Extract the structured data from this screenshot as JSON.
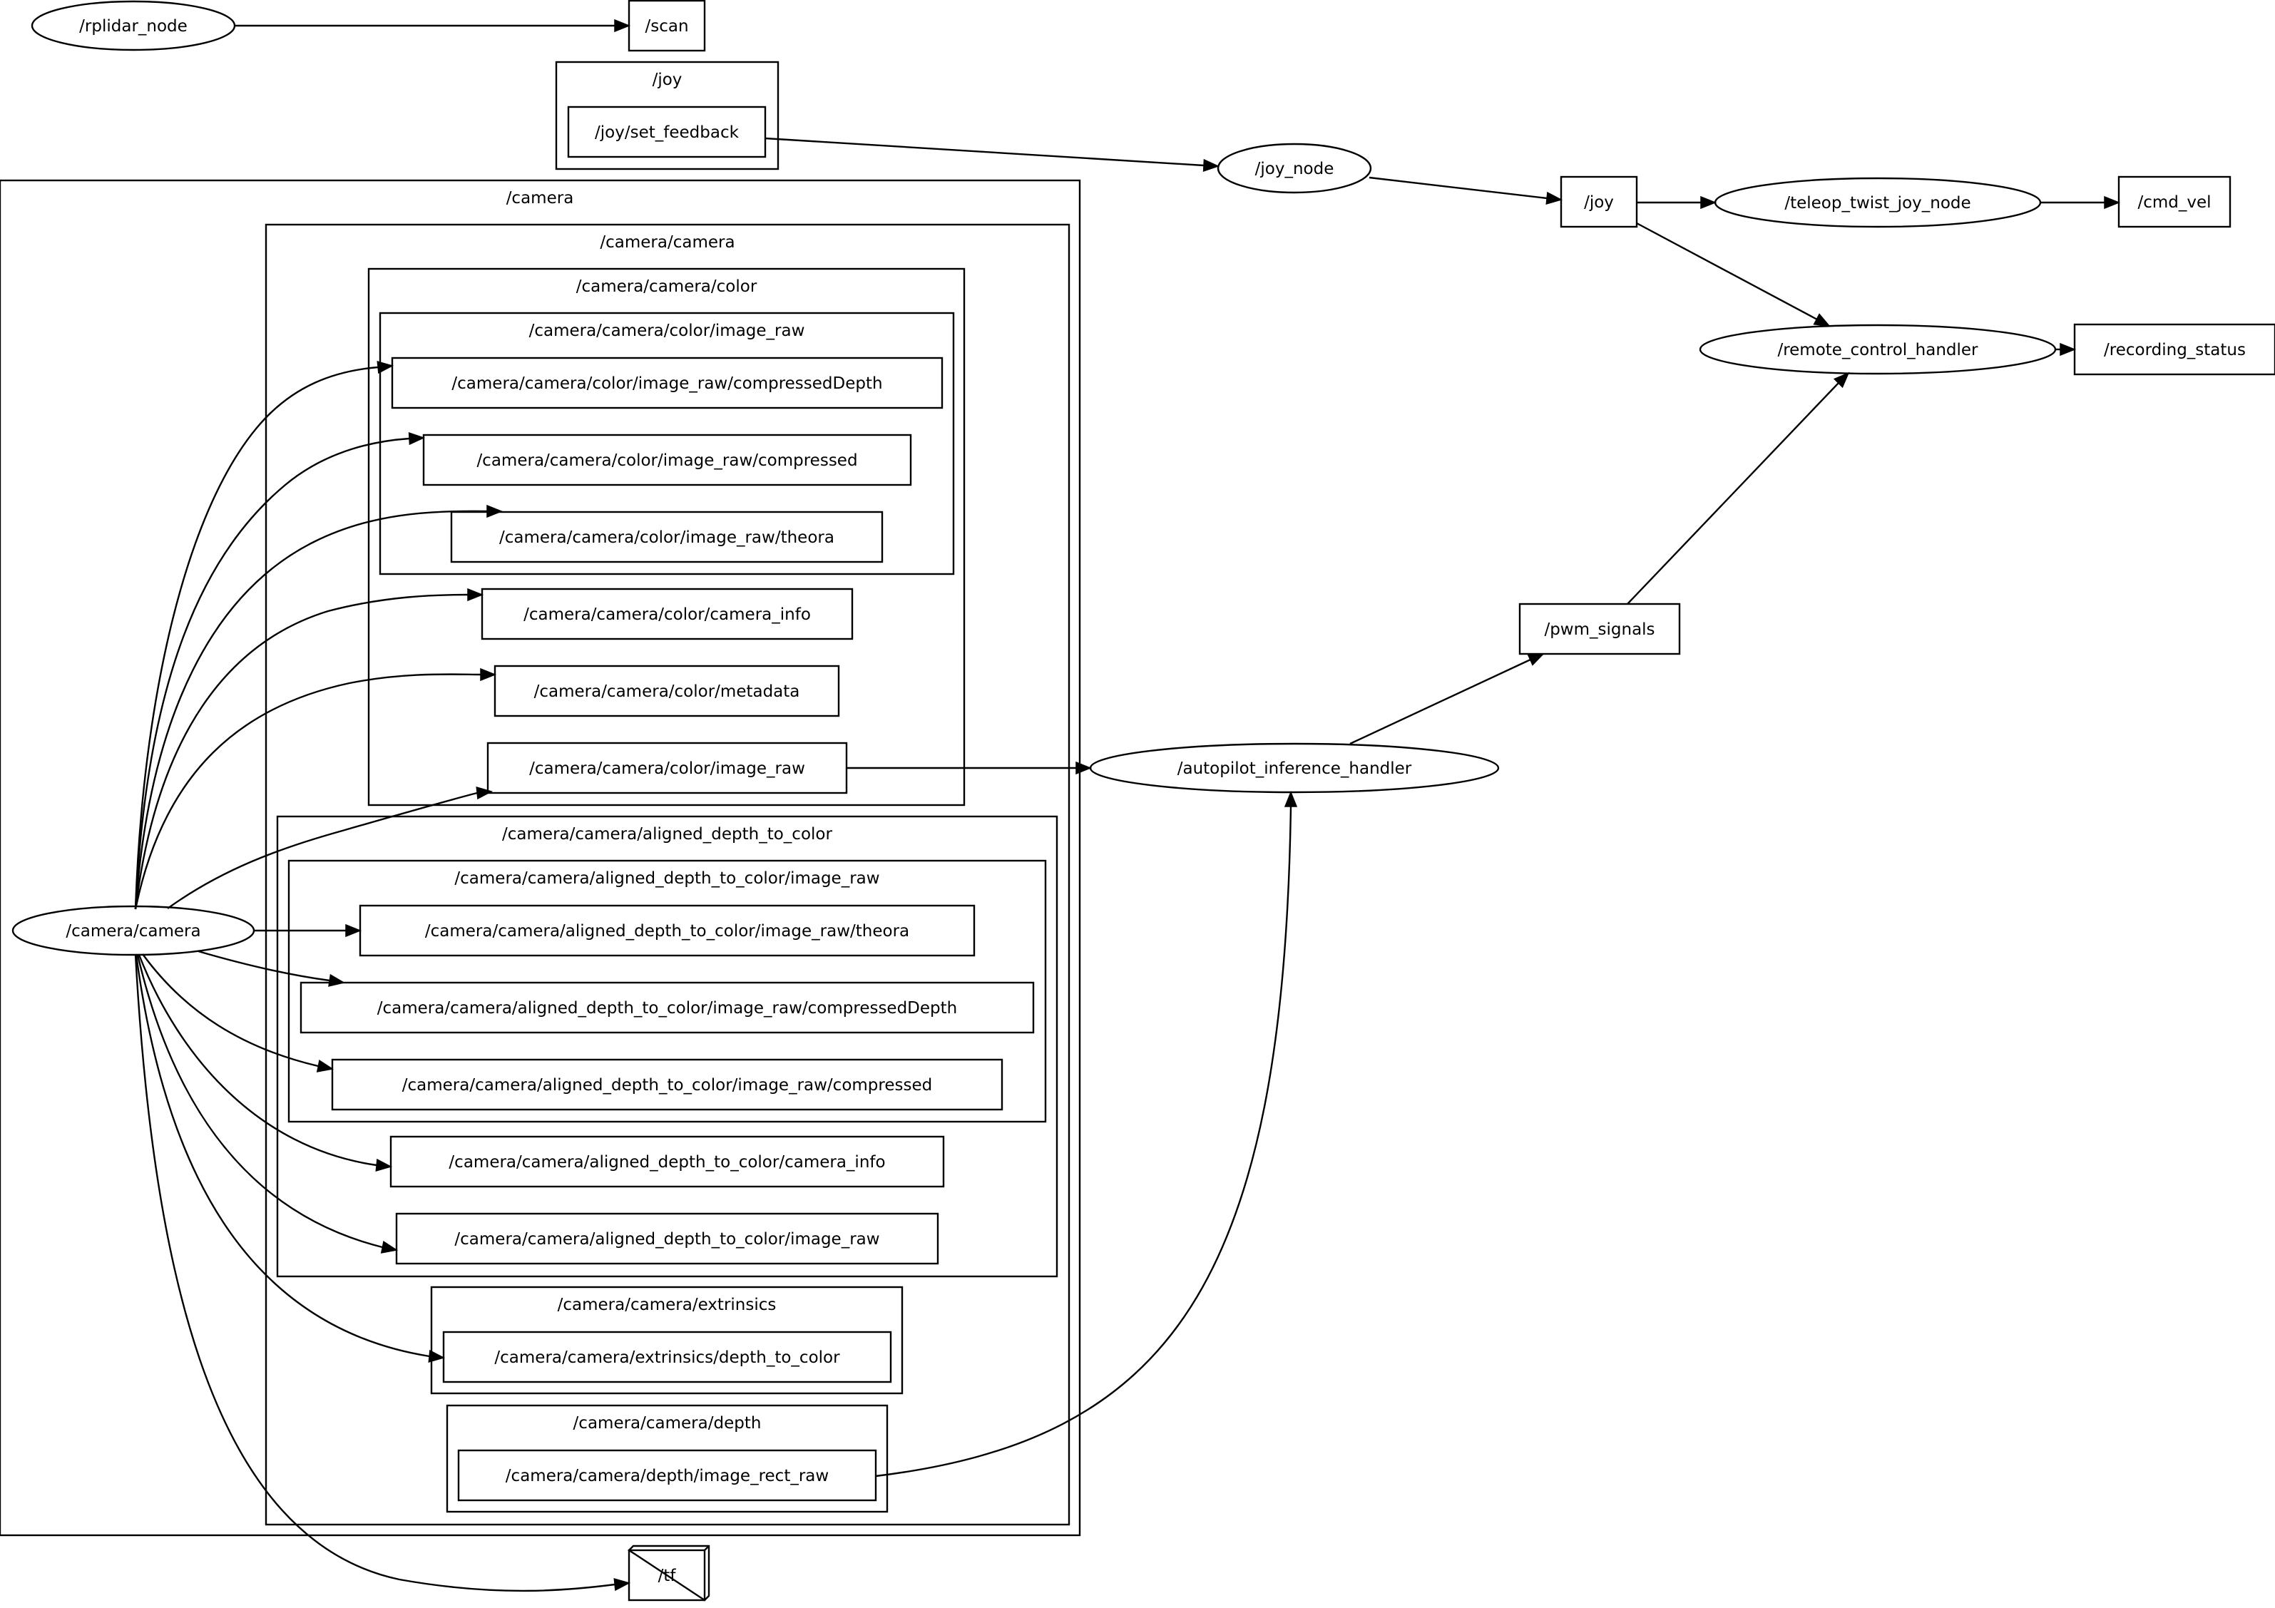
{
  "graph": {
    "clusters": [
      {
        "id": "c_joy",
        "label": "/joy"
      },
      {
        "id": "c_camera",
        "label": "/camera"
      },
      {
        "id": "c_camcam",
        "label": "/camera/camera"
      },
      {
        "id": "c_color",
        "label": "/camera/camera/color"
      },
      {
        "id": "c_color_raw",
        "label": "/camera/camera/color/image_raw"
      },
      {
        "id": "c_aligned",
        "label": "/camera/camera/aligned_depth_to_color"
      },
      {
        "id": "c_aligned_raw",
        "label": "/camera/camera/aligned_depth_to_color/image_raw"
      },
      {
        "id": "c_extrinsics",
        "label": "/camera/camera/extrinsics"
      },
      {
        "id": "c_depth",
        "label": "/camera/camera/depth"
      }
    ],
    "nodes": [
      {
        "id": "n_rplidar",
        "kind": "ellipse",
        "label": "/rplidar_node"
      },
      {
        "id": "n_scan",
        "kind": "box",
        "label": "/scan"
      },
      {
        "id": "n_joy_fb",
        "kind": "box",
        "label": "/joy/set_feedback"
      },
      {
        "id": "n_joy_node",
        "kind": "ellipse",
        "label": "/joy_node"
      },
      {
        "id": "n_joy",
        "kind": "box",
        "label": "/joy"
      },
      {
        "id": "n_teleop",
        "kind": "ellipse",
        "label": "/teleop_twist_joy_node"
      },
      {
        "id": "n_cmd_vel",
        "kind": "box",
        "label": "/cmd_vel"
      },
      {
        "id": "n_remote",
        "kind": "ellipse",
        "label": "/remote_control_handler"
      },
      {
        "id": "n_rec",
        "kind": "box",
        "label": "/recording_status"
      },
      {
        "id": "n_pwm",
        "kind": "box",
        "label": "/pwm_signals"
      },
      {
        "id": "n_autopilot",
        "kind": "ellipse",
        "label": "/autopilot_inference_handler"
      },
      {
        "id": "n_camcam",
        "kind": "ellipse",
        "label": "/camera/camera"
      },
      {
        "id": "t_c_cd",
        "kind": "box",
        "label": "/camera/camera/color/image_raw/compressedDepth"
      },
      {
        "id": "t_c_comp",
        "kind": "box",
        "label": "/camera/camera/color/image_raw/compressed"
      },
      {
        "id": "t_c_theora",
        "kind": "box",
        "label": "/camera/camera/color/image_raw/theora"
      },
      {
        "id": "t_c_info",
        "kind": "box",
        "label": "/camera/camera/color/camera_info"
      },
      {
        "id": "t_c_meta",
        "kind": "box",
        "label": "/camera/camera/color/metadata"
      },
      {
        "id": "t_c_raw",
        "kind": "box",
        "label": "/camera/camera/color/image_raw"
      },
      {
        "id": "t_a_theora",
        "kind": "box",
        "label": "/camera/camera/aligned_depth_to_color/image_raw/theora"
      },
      {
        "id": "t_a_cd",
        "kind": "box",
        "label": "/camera/camera/aligned_depth_to_color/image_raw/compressedDepth"
      },
      {
        "id": "t_a_comp",
        "kind": "box",
        "label": "/camera/camera/aligned_depth_to_color/image_raw/compressed"
      },
      {
        "id": "t_a_info",
        "kind": "box",
        "label": "/camera/camera/aligned_depth_to_color/camera_info"
      },
      {
        "id": "t_a_raw",
        "kind": "box",
        "label": "/camera/camera/aligned_depth_to_color/image_raw"
      },
      {
        "id": "t_ext",
        "kind": "box",
        "label": "/camera/camera/extrinsics/depth_to_color"
      },
      {
        "id": "t_depth",
        "kind": "box",
        "label": "/camera/camera/depth/image_rect_raw"
      },
      {
        "id": "n_tf",
        "kind": "box3d",
        "label": "/tf"
      }
    ],
    "edges": [
      {
        "from": "n_rplidar",
        "to": "n_scan"
      },
      {
        "from": "n_joy_fb",
        "to": "n_joy_node"
      },
      {
        "from": "n_joy_node",
        "to": "n_joy"
      },
      {
        "from": "n_joy",
        "to": "n_teleop"
      },
      {
        "from": "n_teleop",
        "to": "n_cmd_vel"
      },
      {
        "from": "n_joy",
        "to": "n_remote"
      },
      {
        "from": "n_remote",
        "to": "n_rec"
      },
      {
        "from": "n_pwm",
        "to": "n_remote"
      },
      {
        "from": "n_autopilot",
        "to": "n_pwm"
      },
      {
        "from": "t_c_raw",
        "to": "n_autopilot"
      },
      {
        "from": "t_depth",
        "to": "n_autopilot"
      },
      {
        "from": "n_camcam",
        "to": "t_c_cd"
      },
      {
        "from": "n_camcam",
        "to": "t_c_comp"
      },
      {
        "from": "n_camcam",
        "to": "t_c_theora"
      },
      {
        "from": "n_camcam",
        "to": "t_c_info"
      },
      {
        "from": "n_camcam",
        "to": "t_c_meta"
      },
      {
        "from": "n_camcam",
        "to": "t_c_raw"
      },
      {
        "from": "n_camcam",
        "to": "t_a_theora"
      },
      {
        "from": "n_camcam",
        "to": "t_a_cd"
      },
      {
        "from": "n_camcam",
        "to": "t_a_comp"
      },
      {
        "from": "n_camcam",
        "to": "t_a_info"
      },
      {
        "from": "n_camcam",
        "to": "t_a_raw"
      },
      {
        "from": "n_camcam",
        "to": "t_ext"
      },
      {
        "from": "n_camcam",
        "to": "n_tf"
      }
    ]
  }
}
